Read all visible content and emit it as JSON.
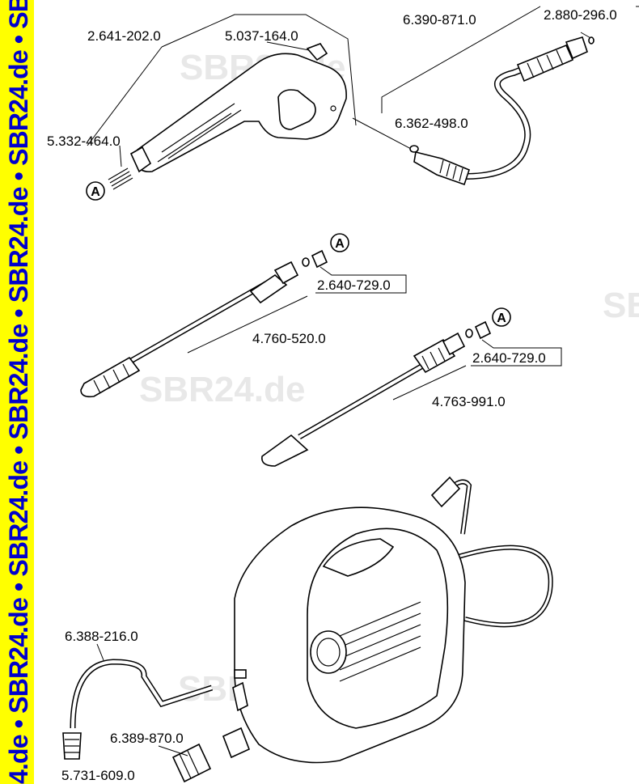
{
  "watermark": {
    "sidebar_text": "4.de • SBR24.de • SBR24.de • SBR24.de • SBR24.de • SBR24.de • SBI",
    "marks": [
      "SBR24.de",
      "SBR24.de",
      "SBR24.de",
      "SB"
    ]
  },
  "callout_letter": "A",
  "parts": {
    "handle": "2.641-202.0",
    "clip": "5.037-164.0",
    "spring": "5.332-464.0",
    "hose": "6.390-871.0",
    "hose_nut": "2.880-296.0",
    "hose_oring": "6.362-498.0",
    "lance_nozzle_1": "2.640-729.0",
    "lance_1": "4.760-520.0",
    "lance_nozzle_2": "2.640-729.0",
    "lance_2": "4.763-991.0",
    "inlet_hose": "6.388-216.0",
    "filter": "5.731-609.0",
    "coupling": "6.389-870.0"
  },
  "colors": {
    "sidebar": "#ffff00",
    "sidebar_text": "#0000cc",
    "watermark": "#e0e0e0"
  }
}
